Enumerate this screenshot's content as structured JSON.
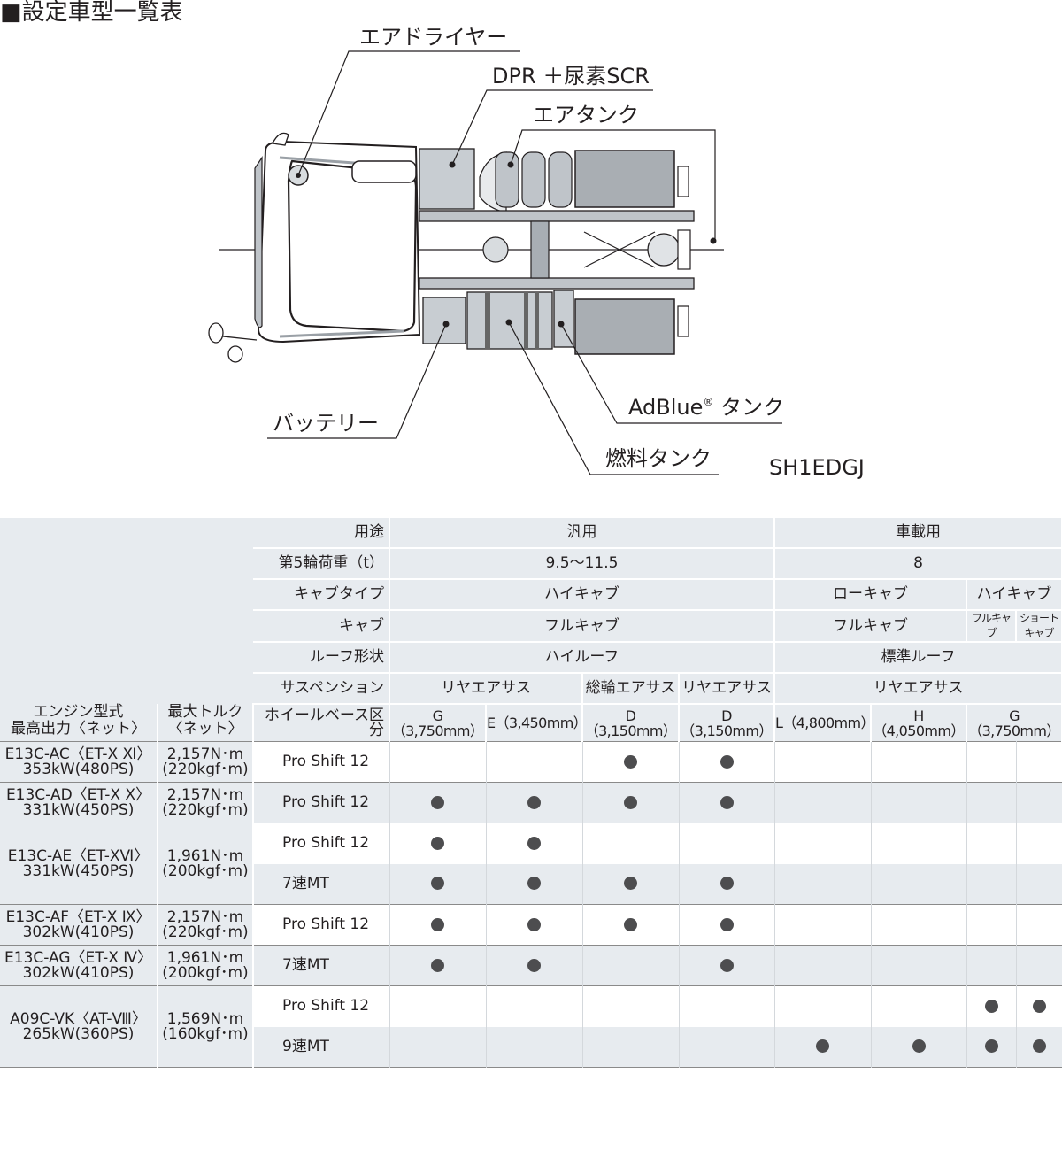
{
  "title": "■設定車型一覧表",
  "diagram": {
    "labels": {
      "air_dryer": "エアドライヤー",
      "dpr_scr": "DPR ＋尿素SCR",
      "air_tank": "エアタンク",
      "battery": "バッテリー",
      "adblue": "AdBlue",
      "adblue_mark": "®",
      "adblue_suffix": " タンク",
      "fuel_tank": "燃料タンク"
    },
    "model_code": "SH1EDGJ"
  },
  "spec_table": {
    "header_rows": [
      {
        "label": "用途",
        "values": [
          "汎用",
          "車載用"
        ]
      },
      {
        "label": "第5輪荷重（t）",
        "values": [
          "9.5〜11.5",
          "8"
        ]
      },
      {
        "label": "キャブタイプ",
        "values": [
          "ハイキャブ",
          "ローキャブ",
          "ハイキャブ"
        ]
      },
      {
        "label": "キャブ",
        "values": [
          "フルキャブ",
          "フルキャブ",
          "フルキャブ",
          "ショートキャブ"
        ]
      },
      {
        "label": "ルーフ形状",
        "values": [
          "ハイルーフ",
          "標準ルーフ"
        ]
      },
      {
        "label": "サスペンション",
        "values": [
          "リヤエアサス",
          "総輪エアサス",
          "リヤエアサス",
          "リヤエアサス"
        ]
      },
      {
        "label": "ホイールベース区分",
        "values": [
          "G（3,750mm）",
          "E（3,450mm）",
          "D（3,150mm）",
          "D（3,150mm）",
          "L（4,800mm）",
          "H（4,050mm）",
          "G（3,750mm）"
        ]
      }
    ],
    "col_engine": [
      "エンジン型式",
      "最高出力〈ネット〉"
    ],
    "col_torque": [
      "最大トルク",
      "〈ネット〉"
    ],
    "mark": "●",
    "groups": [
      {
        "engine": [
          "E13C-AC〈ET-Ⅹ Ⅺ〉",
          "353kW(480PS)"
        ],
        "torque": [
          "2,157N･m",
          "(220kgf･m)"
        ],
        "rows": [
          {
            "transmission": "Pro Shift 12",
            "marks": [
              false,
              false,
              true,
              true,
              false,
              false,
              false,
              false
            ]
          }
        ]
      },
      {
        "engine": [
          "E13C-AD〈ET-Ⅹ Ⅹ〉",
          "331kW(450PS)"
        ],
        "torque": [
          "2,157N･m",
          "(220kgf･m)"
        ],
        "rows": [
          {
            "transmission": "Pro Shift 12",
            "marks": [
              true,
              true,
              true,
              true,
              false,
              false,
              false,
              false
            ]
          }
        ]
      },
      {
        "engine": [
          "E13C-AE〈ET-ⅩⅥ〉",
          "331kW(450PS)"
        ],
        "torque": [
          "1,961N･m",
          "(200kgf･m)"
        ],
        "rows": [
          {
            "transmission": "Pro Shift 12",
            "marks": [
              true,
              true,
              false,
              false,
              false,
              false,
              false,
              false
            ]
          },
          {
            "transmission": "7速MT",
            "marks": [
              true,
              true,
              true,
              true,
              false,
              false,
              false,
              false
            ]
          }
        ]
      },
      {
        "engine": [
          "E13C-AF〈ET-Ⅹ Ⅸ〉",
          "302kW(410PS)"
        ],
        "torque": [
          "2,157N･m",
          "(220kgf･m)"
        ],
        "rows": [
          {
            "transmission": "Pro Shift 12",
            "marks": [
              true,
              true,
              true,
              true,
              false,
              false,
              false,
              false
            ]
          }
        ]
      },
      {
        "engine": [
          "E13C-AG〈ET-Ⅹ Ⅳ〉",
          "302kW(410PS)"
        ],
        "torque": [
          "1,961N･m",
          "(200kgf･m)"
        ],
        "rows": [
          {
            "transmission": "7速MT",
            "marks": [
              true,
              true,
              false,
              true,
              false,
              false,
              false,
              false
            ]
          }
        ]
      },
      {
        "engine": [
          "A09C-VK〈AT-Ⅷ〉",
          "265kW(360PS)"
        ],
        "torque": [
          "1,569N･m",
          "(160kgf･m)"
        ],
        "rows": [
          {
            "transmission": "Pro Shift 12",
            "marks": [
              false,
              false,
              false,
              false,
              false,
              false,
              true,
              true
            ]
          },
          {
            "transmission": "9速MT",
            "marks": [
              false,
              false,
              false,
              false,
              true,
              true,
              true,
              true
            ]
          }
        ]
      }
    ]
  }
}
